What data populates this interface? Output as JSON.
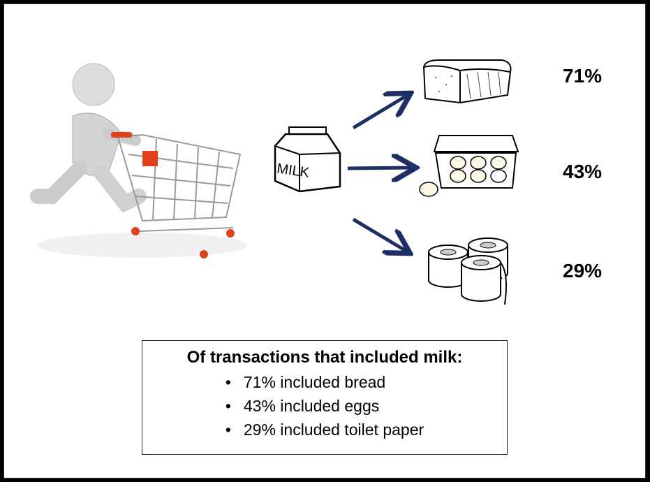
{
  "items": [
    {
      "name": "bread",
      "percent": "71%",
      "icon": "bread-icon"
    },
    {
      "name": "eggs",
      "percent": "43%",
      "icon": "egg-carton-icon"
    },
    {
      "name": "toilet paper",
      "percent": "29%",
      "icon": "toilet-paper-icon"
    }
  ],
  "source_item": {
    "label": "MILK",
    "icon": "milk-carton-icon"
  },
  "summary": {
    "title": "Of transactions that included milk:",
    "bullets": [
      "71% included bread",
      "43% included eggs",
      "29% included toilet paper"
    ]
  },
  "colors": {
    "arrow": "#1f2f66",
    "cart_accent": "#e0401a"
  }
}
